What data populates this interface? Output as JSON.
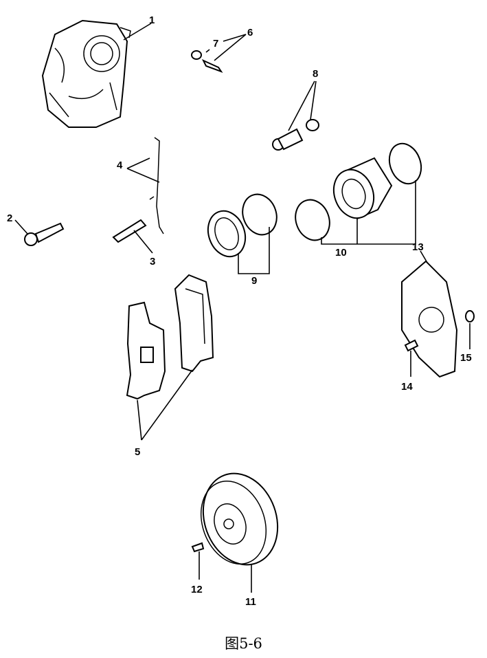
{
  "figure": {
    "caption": "图5-6",
    "callouts": {
      "c1": "1",
      "c2": "2",
      "c3": "3",
      "c4": "4",
      "c5": "5",
      "c6": "6",
      "c7": "7",
      "c8": "8",
      "c9": "9",
      "c10": "10",
      "c11": "11",
      "c12": "12",
      "c13": "13",
      "c14": "14",
      "c15": "15"
    }
  }
}
